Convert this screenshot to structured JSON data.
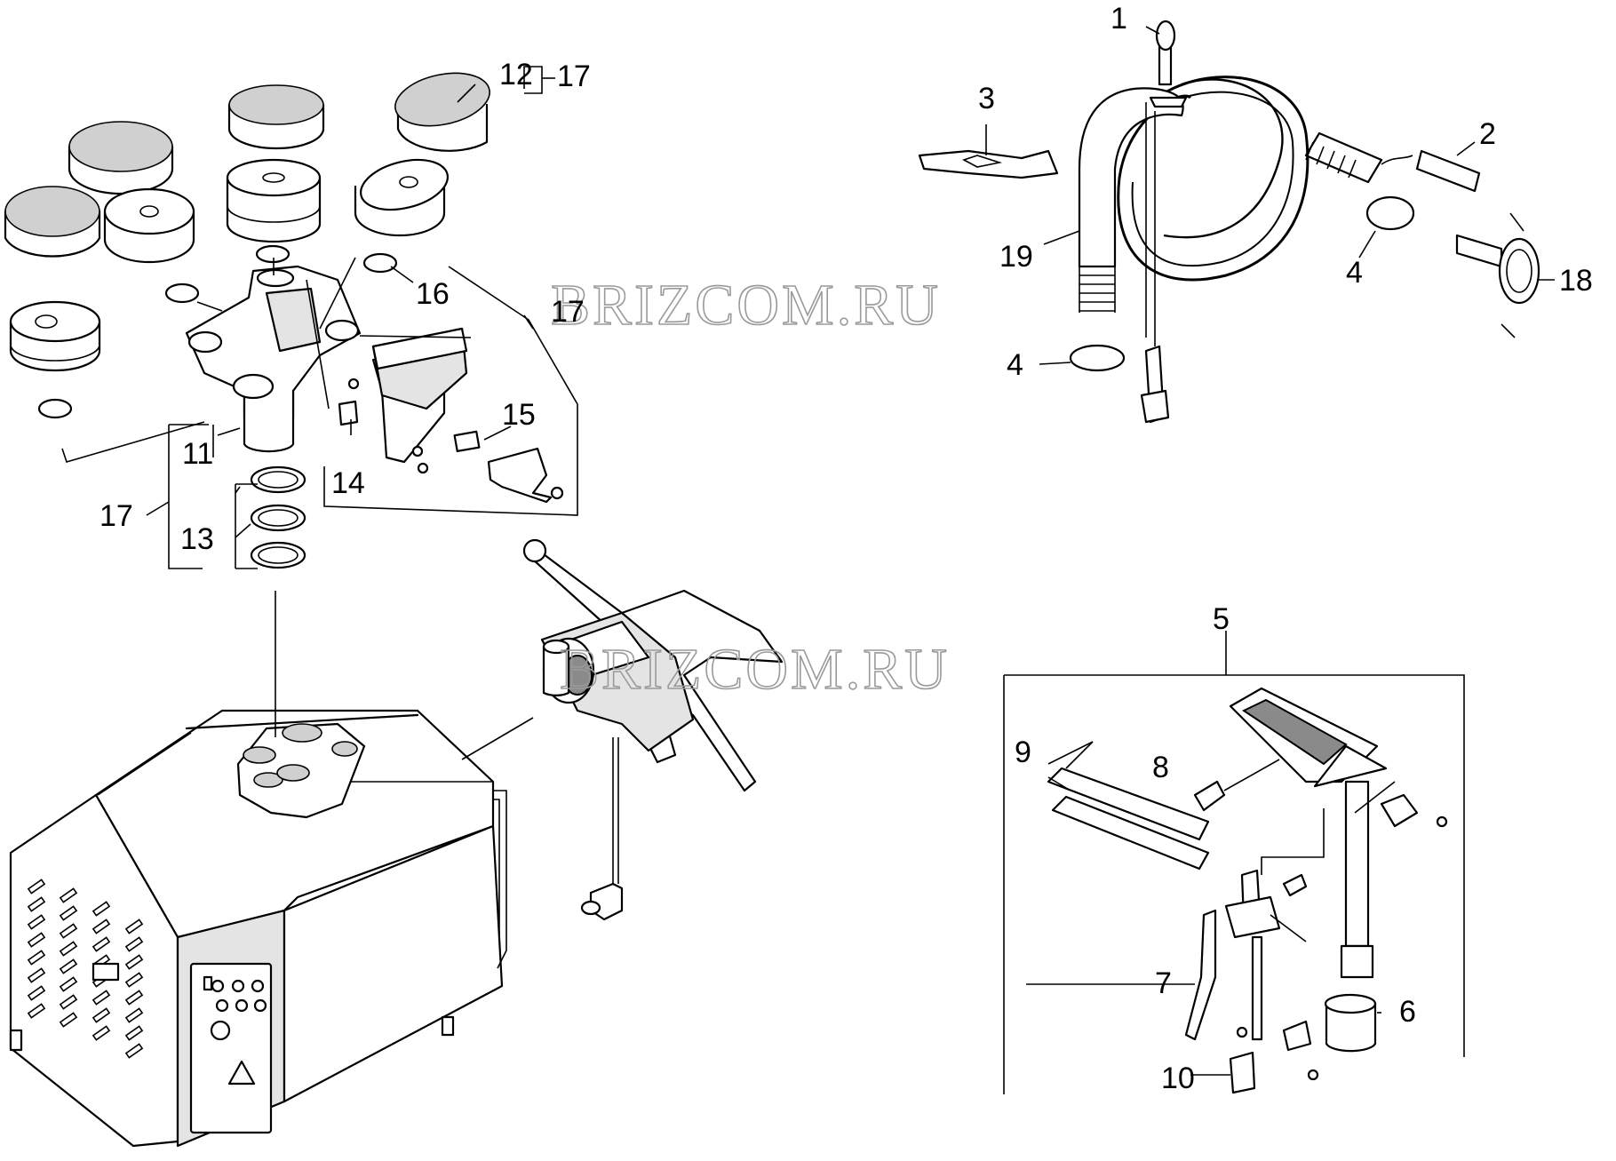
{
  "watermarks": [
    "BRIZCOM.RU",
    "BRIZCOM.RU"
  ],
  "labels": {
    "l1": "1",
    "l2": "2",
    "l3": "3",
    "l4a": "4",
    "l4b": "4",
    "l5": "5",
    "l6": "6",
    "l7": "7",
    "l8": "8",
    "l9": "9",
    "l10": "10",
    "l11": "11",
    "l12": "12",
    "l13": "13",
    "l14": "14",
    "l15": "15",
    "l16": "16",
    "l17a": "17",
    "l17b": "17",
    "l17c": "17",
    "l18": "18",
    "l19": "19"
  },
  "colors": {
    "line": "#000000",
    "fill": "#ffffff",
    "shade": "#e4e4e4",
    "watermark": "#9a9a9a"
  }
}
